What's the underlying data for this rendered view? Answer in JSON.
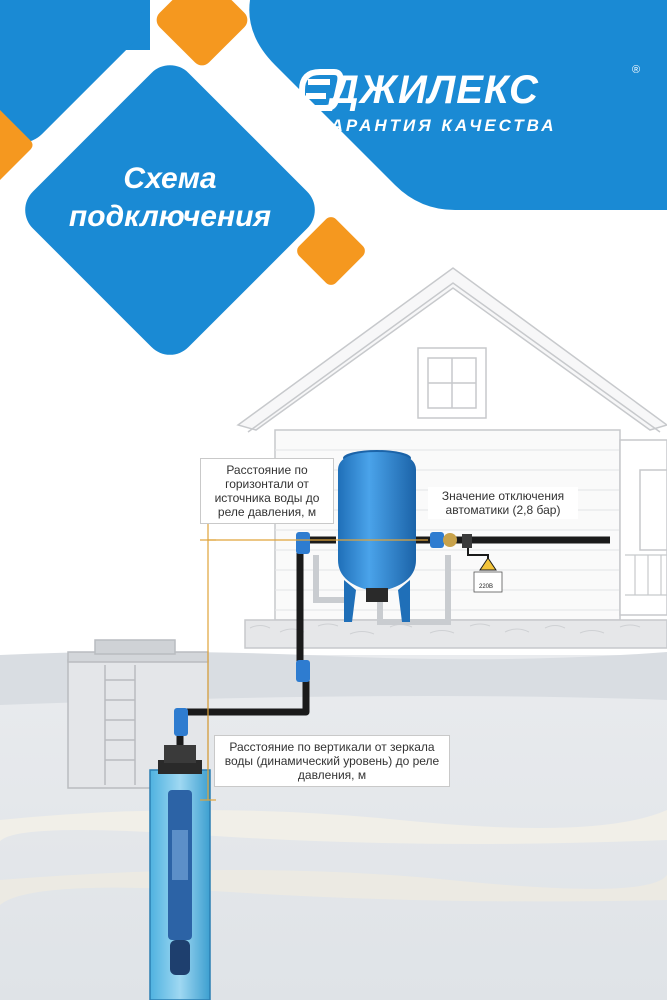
{
  "brand": {
    "name": "ДЖИЛЕКС",
    "registered_mark": "®",
    "tagline": "ГАРАНТИЯ КАЧЕСТВА"
  },
  "title": {
    "line1": "Схема",
    "line2": "подключения"
  },
  "annotations": {
    "horizontal_distance": "Расстояние по горизонтали от источника воды до реле давления, м",
    "cutoff_value": "Значение отключения автоматики (2,8 бар)",
    "vertical_distance": "Расстояние по вертикали от зеркала воды (динамический уровень) до реле давления, м",
    "voltage_sign": "220В"
  },
  "colors": {
    "brand_blue": "#1a8ad4",
    "accent_orange": "#f5981f",
    "tank_blue": "#2f86d6",
    "pipe_black": "#1a1a1a",
    "measure_line": "#e0a43a"
  }
}
